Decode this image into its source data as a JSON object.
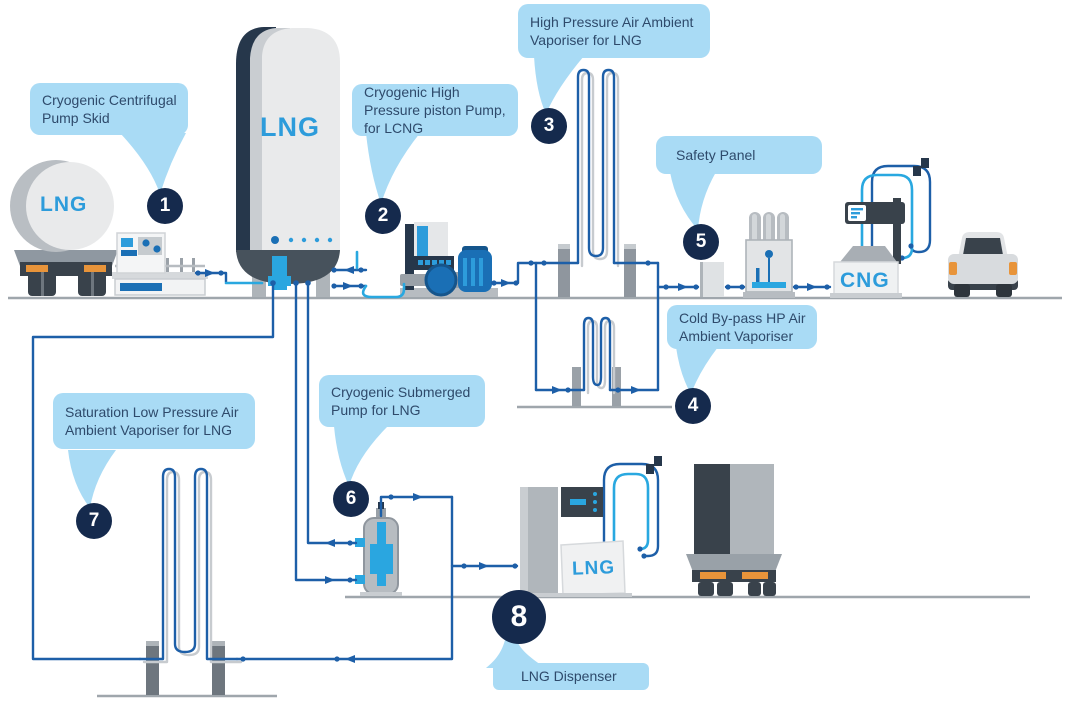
{
  "diagram": {
    "callouts": [
      {
        "number": "1",
        "label": "Cryogenic Centrifugal Pump Skid"
      },
      {
        "number": "2",
        "label": "Cryogenic High Pressure piston Pump, for LCNG"
      },
      {
        "number": "3",
        "label": "High Pressure Air Ambient Vaporiser for LNG"
      },
      {
        "number": "4",
        "label": "Cold By-pass HP Air Ambient Vaporiser"
      },
      {
        "number": "5",
        "label": "Safety Panel"
      },
      {
        "number": "6",
        "label": "Cryogenic Submerged Pump for LNG"
      },
      {
        "number": "7",
        "label": "Saturation Low Pressure Air Ambient Vaporiser for LNG"
      },
      {
        "number": "8",
        "label": "LNG Dispenser"
      }
    ],
    "equipment_labels": {
      "trailer": "LNG",
      "storage_tank": "LNG",
      "cng_dispenser": "CNG",
      "lng_dispenser": "LNG"
    },
    "colors": {
      "callout_bubble": "#A9DBF5",
      "badge": "#152A4D",
      "pipe": "#1D5FA8",
      "accent_blue": "#29A8E0",
      "brand_blue": "#2D9CDB",
      "label_text": "#2E4A6B",
      "orange": "#E8943A"
    }
  }
}
